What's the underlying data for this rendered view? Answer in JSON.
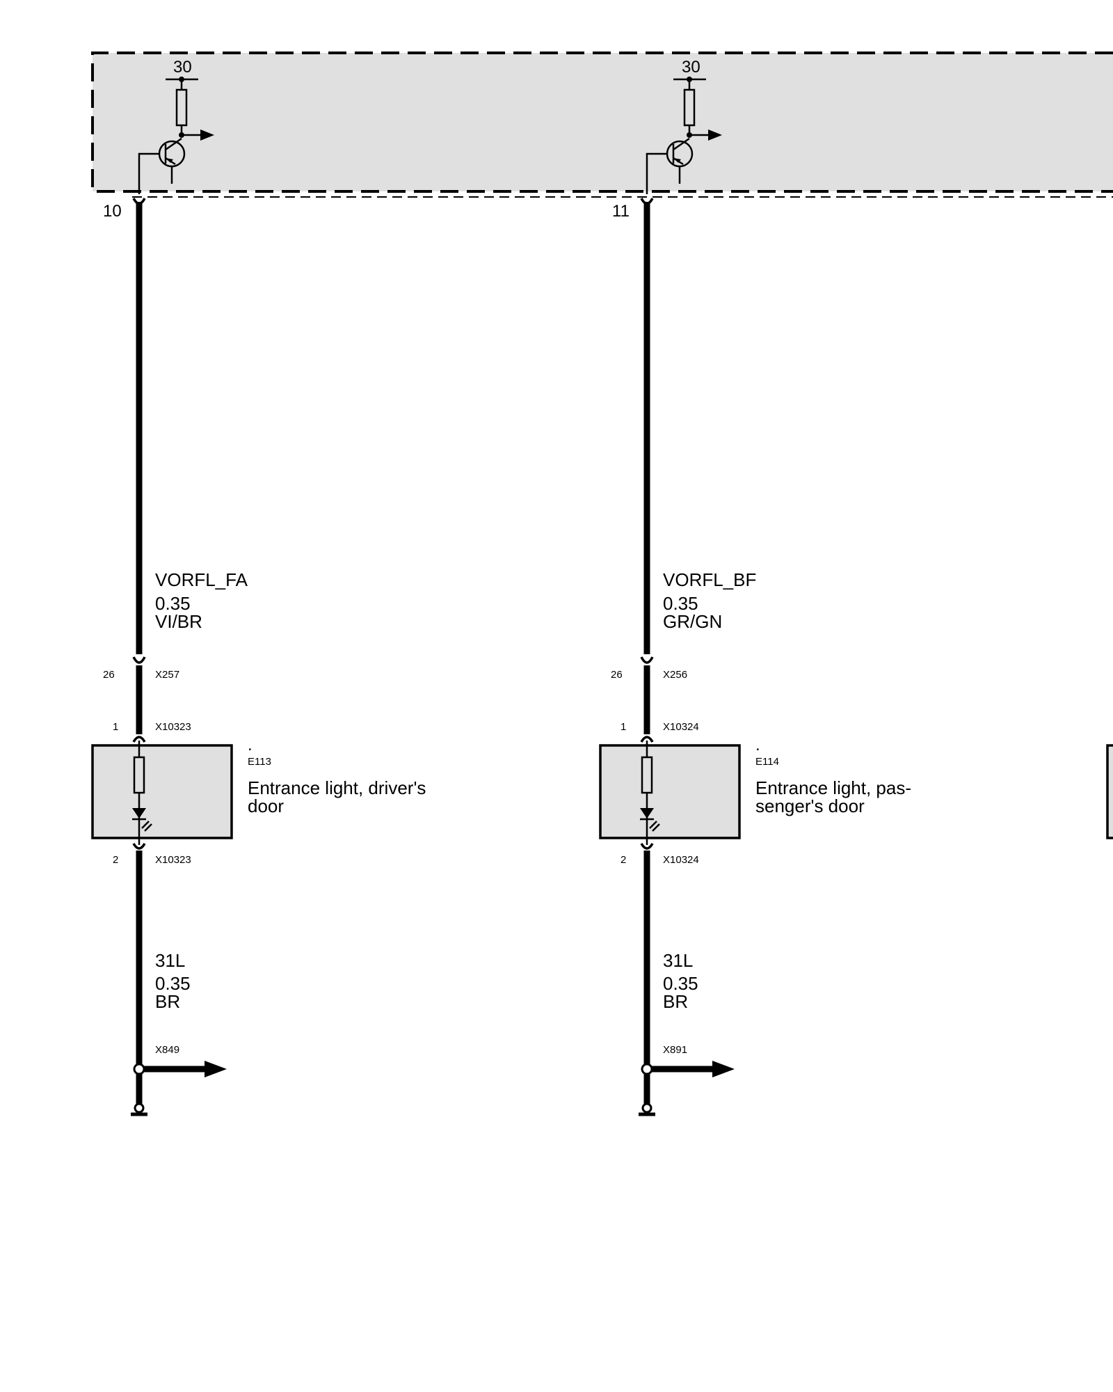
{
  "module": {
    "fill": "#e0e0e0"
  },
  "circuits": [
    {
      "supply_terminal": "30",
      "pin": "10",
      "signal": "VORFL_FA",
      "gauge": "0.35",
      "color": "VI/BR",
      "inline_connector": {
        "pin": "26",
        "name": "X257"
      },
      "component_connector_in": {
        "pin": "1",
        "name": "X10323"
      },
      "component": {
        "dot": ".",
        "id": "E113",
        "name_line1": "Entrance light, driver's",
        "name_line2": "door"
      },
      "component_connector_out": {
        "pin": "2",
        "name": "X10323"
      },
      "ground_wire": {
        "signal": "31L",
        "gauge": "0.35",
        "color": "BR"
      },
      "ground_connector": "X849"
    },
    {
      "supply_terminal": "30",
      "pin": "11",
      "signal": "VORFL_BF",
      "gauge": "0.35",
      "color": "GR/GN",
      "inline_connector": {
        "pin": "26",
        "name": "X256"
      },
      "component_connector_in": {
        "pin": "1",
        "name": "X10324"
      },
      "component": {
        "dot": ".",
        "id": "E114",
        "name_line1": "Entrance light, pas-",
        "name_line2": "senger's door"
      },
      "component_connector_out": {
        "pin": "2",
        "name": "X10324"
      },
      "ground_wire": {
        "signal": "31L",
        "gauge": "0.35",
        "color": "BR"
      },
      "ground_connector": "X891"
    }
  ]
}
